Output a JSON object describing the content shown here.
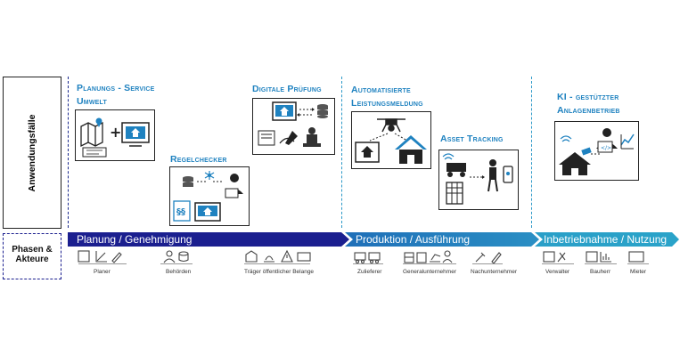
{
  "rows": {
    "use_cases_label": "Anwendungsfälle",
    "phases_label_line1": "Phasen &",
    "phases_label_line2": "Akteure"
  },
  "use_cases": {
    "planung": {
      "line1": "Planungs - Service",
      "line2": "Umwelt"
    },
    "pruefung": {
      "line1": "Digitale Prüfung"
    },
    "regelchecker": {
      "line1": "Regelchecker"
    },
    "leistungsmeldung": {
      "line1": "Automatisierte",
      "line2": "Leistungsmeldung"
    },
    "asset_tracking": {
      "line1": "Asset Tracking"
    },
    "ki": {
      "line1": "KI - gestützter",
      "line2": "Anlagenbetrieb"
    }
  },
  "phases": [
    {
      "label": "Planung / Genehmigung",
      "color": "#1b1f8f"
    },
    {
      "label": "Produktion / Ausführung",
      "color": "#1f6fb8"
    },
    {
      "label": "Inbetriebnahme / Nutzung",
      "color": "#2aa3c9"
    }
  ],
  "actors": [
    {
      "label": "Planer"
    },
    {
      "label": "Behörden"
    },
    {
      "label": "Träger öffentlicher Belange"
    },
    {
      "label": "Zulieferer"
    },
    {
      "label": "Generalunternehmer"
    },
    {
      "label": "Nachunternehmer"
    },
    {
      "label": "Verwalter"
    },
    {
      "label": "Bauherr"
    },
    {
      "label": "Mieter"
    }
  ],
  "colors": {
    "accent": "#1f82c0",
    "dark_blue": "#1b1f8f",
    "teal": "#2aa3c9"
  }
}
